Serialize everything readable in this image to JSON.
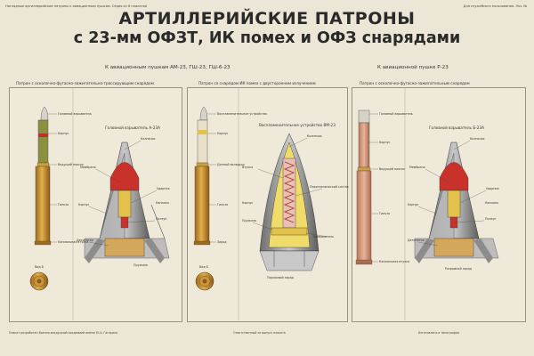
{
  "header": {
    "top_left_note": "Наглядные артиллерийские патроны к авиационным пушкам. Серия из 6 плакатов",
    "top_right_note": "Для служебного пользования. Экз. №",
    "title_line1": "АРТИЛЛЕРИЙСКИЕ ПАТРОНЫ",
    "title_line2": "с 23-мм ОФЗТ, ИК помех и ОФЗ снарядами"
  },
  "sections": {
    "left": "К авиационным пушкам АМ-23, ГШ-23, ГШ-6-23",
    "right": "К авиационной пушке Р-23"
  },
  "panels": [
    {
      "title": "Патрон с осколочно-фугасно-зажигательно-трассирующим снарядом",
      "fuze_title": "Головной взрыватель А-23А",
      "figure_label": "Вид Б",
      "cartridge_labels": [
        "Головной взрыватель",
        "Корпус",
        "Ведущий поясок",
        "Гильза",
        "Капсюльная втулка"
      ],
      "fuze_labels": [
        "Колпачок",
        "Мембрана",
        "Ударник",
        "Корпус",
        "Ползун",
        "Детонатор",
        "Капсюль",
        "Пружина"
      ]
    },
    {
      "title": "Патрон со снарядом ИК помех с двусторонним излучением",
      "fuze_title": "Воспламенительное устройство ВМ-23",
      "figure_label": "Вид Б",
      "cartridge_labels": [
        "Воспламенительное устройство",
        "Корпус",
        "Донный вкладыш",
        "Гильза",
        "Заряд"
      ],
      "fuze_labels": [
        "Колпачок",
        "Втулка",
        "Пиротехнический состав",
        "Корпус",
        "Пружина",
        "Замедлитель",
        "Пороховой заряд"
      ]
    },
    {
      "title": "Патрон с осколочно-фугасно-зажигательным снарядом",
      "fuze_title": "Головной взрыватель Б-23А",
      "figure_label": "Вид Б",
      "cartridge_labels": [
        "Головной взрыватель",
        "Корпус",
        "Ведущий поясок",
        "Гильза",
        "Капсюльная втулка"
      ],
      "fuze_labels": [
        "Колпачок",
        "Мембрана",
        "Ударник",
        "Корпус",
        "Ползун",
        "Детонатор",
        "Капсюль",
        "Разрывной заряд"
      ]
    }
  ],
  "footer": {
    "col1": "Плакат разработан Военно-воздушной академией имени Ю.А. Гагарина",
    "col2": "Ответственный за выпуск плаката",
    "col3": "Изготовлено в типографии"
  }
}
